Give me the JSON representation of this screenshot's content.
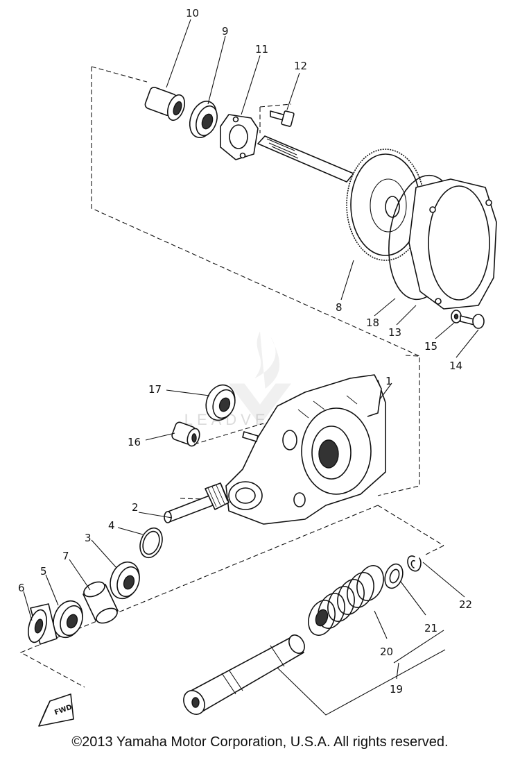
{
  "callouts": [
    {
      "id": "10",
      "label": "10"
    },
    {
      "id": "9",
      "label": "9"
    },
    {
      "id": "11",
      "label": "11"
    },
    {
      "id": "12",
      "label": "12"
    },
    {
      "id": "8",
      "label": "8"
    },
    {
      "id": "18",
      "label": "18"
    },
    {
      "id": "13",
      "label": "13"
    },
    {
      "id": "15",
      "label": "15"
    },
    {
      "id": "14",
      "label": "14"
    },
    {
      "id": "17",
      "label": "17"
    },
    {
      "id": "1",
      "label": "1"
    },
    {
      "id": "16",
      "label": "16"
    },
    {
      "id": "2",
      "label": "2"
    },
    {
      "id": "4",
      "label": "4"
    },
    {
      "id": "3",
      "label": "3"
    },
    {
      "id": "7",
      "label": "7"
    },
    {
      "id": "5",
      "label": "5"
    },
    {
      "id": "6",
      "label": "6"
    },
    {
      "id": "22",
      "label": "22"
    },
    {
      "id": "21",
      "label": "21"
    },
    {
      "id": "20",
      "label": "20"
    },
    {
      "id": "19",
      "label": "19"
    }
  ],
  "fwd_label": "FWD",
  "copyright": "©2013 Yamaha Motor Corporation, U.S.A. All rights reserved.",
  "watermark_text": "LEADVENTURE",
  "colors": {
    "ink": "#111111",
    "background": "#ffffff",
    "watermark": "#999999"
  }
}
